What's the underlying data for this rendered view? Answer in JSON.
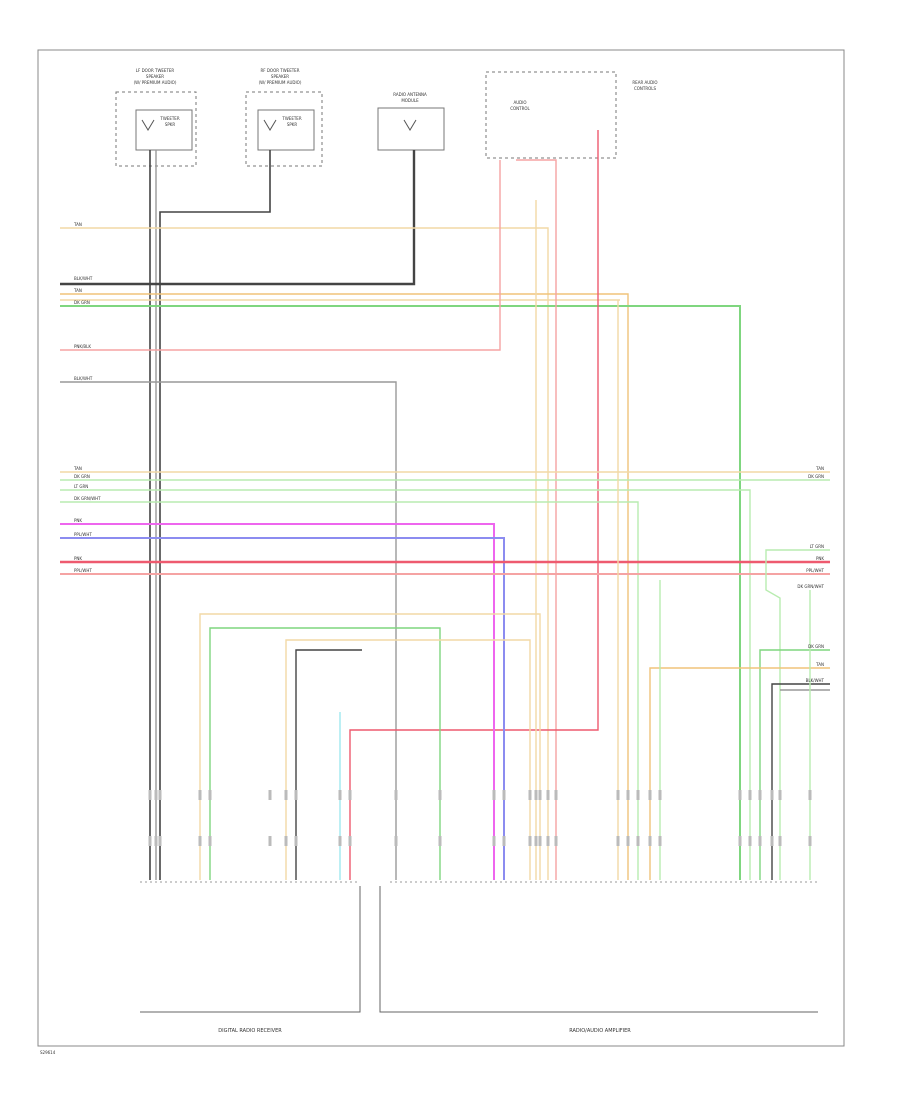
{
  "diagram": {
    "footer": {
      "code": "S29614",
      "left_module": "DIGITAL RADIO RECEIVER",
      "right_module": "RADIO/AUDIO AMPLIFIER"
    },
    "components": [
      {
        "id": "lf_tweeter",
        "label_lines": [
          "LF DOOR TWEETER",
          "SPEAKER",
          "(W/ PREMIUM AUDIO)"
        ],
        "inner": [
          "TWEETER",
          "SPKR"
        ]
      },
      {
        "id": "rf_tweeter",
        "label_lines": [
          "RF DOOR TWEETER",
          "SPEAKER",
          "(W/ PREMIUM AUDIO)"
        ],
        "inner": [
          "TWEETER",
          "SPKR"
        ]
      },
      {
        "id": "radio_antenna",
        "label_lines": [
          "RADIO ANTENNA",
          "MODULE"
        ],
        "inner": []
      },
      {
        "id": "rear_sensor",
        "label_lines": [
          "REAR AUDIO",
          "CONTROLS"
        ],
        "inner": [
          "AUDIO",
          "CONTROL"
        ]
      }
    ],
    "wire_colors": {
      "tan": "#f2d9a6",
      "yellow": "#f0c37a",
      "green": "#7fd67f",
      "lightgreen": "#b8ecb0",
      "pink": "#f5a3a3",
      "red": "#ee5a6f",
      "magenta": "#ee66ee",
      "blue": "#8c8cf0",
      "black": "#444444",
      "gray": "#999999",
      "cyan": "#9fe8f0"
    },
    "left_labels": [
      "TAN",
      "BLK/WHT",
      "TAN",
      "DK GRN",
      "PNK/BLK",
      "BLK/WHT",
      "TAN",
      "DK GRN",
      "LT GRN",
      "DK GRN/WHT",
      "PNK",
      "PPL/WHT",
      "PNK",
      "PPL/WHT"
    ],
    "right_labels": [
      "TAN",
      "DK GRN",
      "LT GRN",
      "PNK",
      "PPL/WHT",
      "DK GRN/WHT",
      "DK GRN",
      "TAN",
      "BLK/WHT"
    ]
  }
}
